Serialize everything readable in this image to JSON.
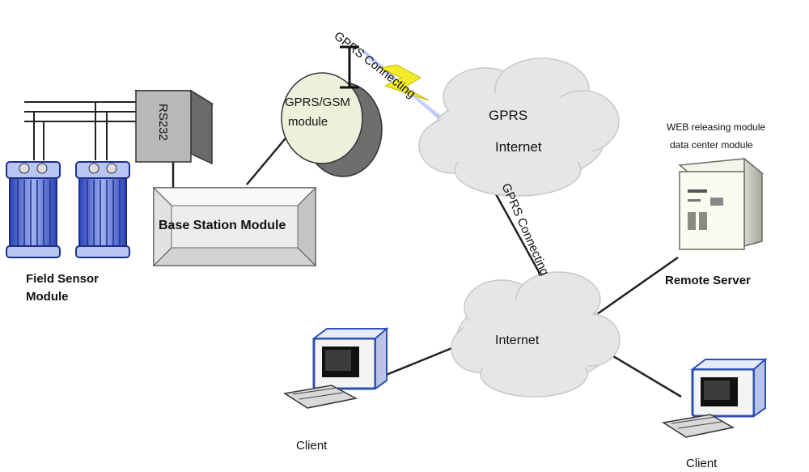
{
  "labels": {
    "rs232": "RS232",
    "gprs_gsm_module_line1": "GPRS/GSM",
    "gprs_gsm_module_line2": "module",
    "base_station_module": "Base Station Module",
    "field_sensor_line1": "Field Sensor",
    "field_sensor_line2": "Module",
    "gprs_connecting_top": "GPRS Connecting",
    "gprs_internet_line1": "GPRS",
    "gprs_internet_line2": "Internet",
    "gprs_connecting_mid": "GPRS Connecting",
    "internet": "Internet",
    "web_releasing_module": "WEB releasing module",
    "data_center_module": "data center module",
    "remote_server": "Remote Server",
    "client_left": "Client",
    "client_right": "Client"
  },
  "colors": {
    "cloud_fill": "#e6e6e6",
    "cloud_stroke": "#c8c8c8",
    "lightning": "#f2ec2a",
    "monitor_frame": "#2f4fb5",
    "sensor_blue": "#3a5bd6",
    "server_face": "#fbfbf2"
  }
}
